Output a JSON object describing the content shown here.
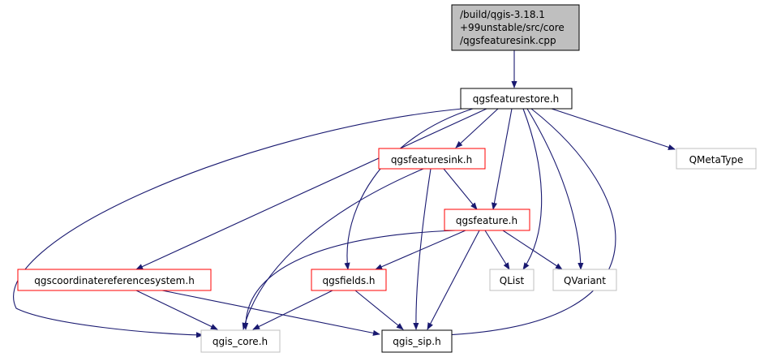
{
  "graph": {
    "nodes": {
      "root": {
        "lines": [
          "/build/qgis-3.18.1",
          "+99unstable/src/core",
          "/qgsfeaturesink.cpp"
        ],
        "style": "root"
      },
      "featurestore": {
        "lines": [
          "qgsfeaturestore.h"
        ],
        "style": "documented"
      },
      "featuresink": {
        "lines": [
          "qgsfeaturesink.h"
        ],
        "style": "red"
      },
      "metatype": {
        "lines": [
          "QMetaType"
        ],
        "style": "gray"
      },
      "feature": {
        "lines": [
          "qgsfeature.h"
        ],
        "style": "red"
      },
      "crs": {
        "lines": [
          "qgscoordinatereferencesystem.h"
        ],
        "style": "red"
      },
      "fields": {
        "lines": [
          "qgsfields.h"
        ],
        "style": "red"
      },
      "qlist": {
        "lines": [
          "QList"
        ],
        "style": "gray"
      },
      "qvariant": {
        "lines": [
          "QVariant"
        ],
        "style": "gray"
      },
      "core": {
        "lines": [
          "qgis_core.h"
        ],
        "style": "gray"
      },
      "sip": {
        "lines": [
          "qgis_sip.h"
        ],
        "style": "documented"
      }
    },
    "colors": {
      "edge": "#191970",
      "root_fill": "#bfbfbf",
      "documented_border": "#000000",
      "red_border": "#ff0000",
      "gray_border": "#bfbfbf"
    }
  }
}
